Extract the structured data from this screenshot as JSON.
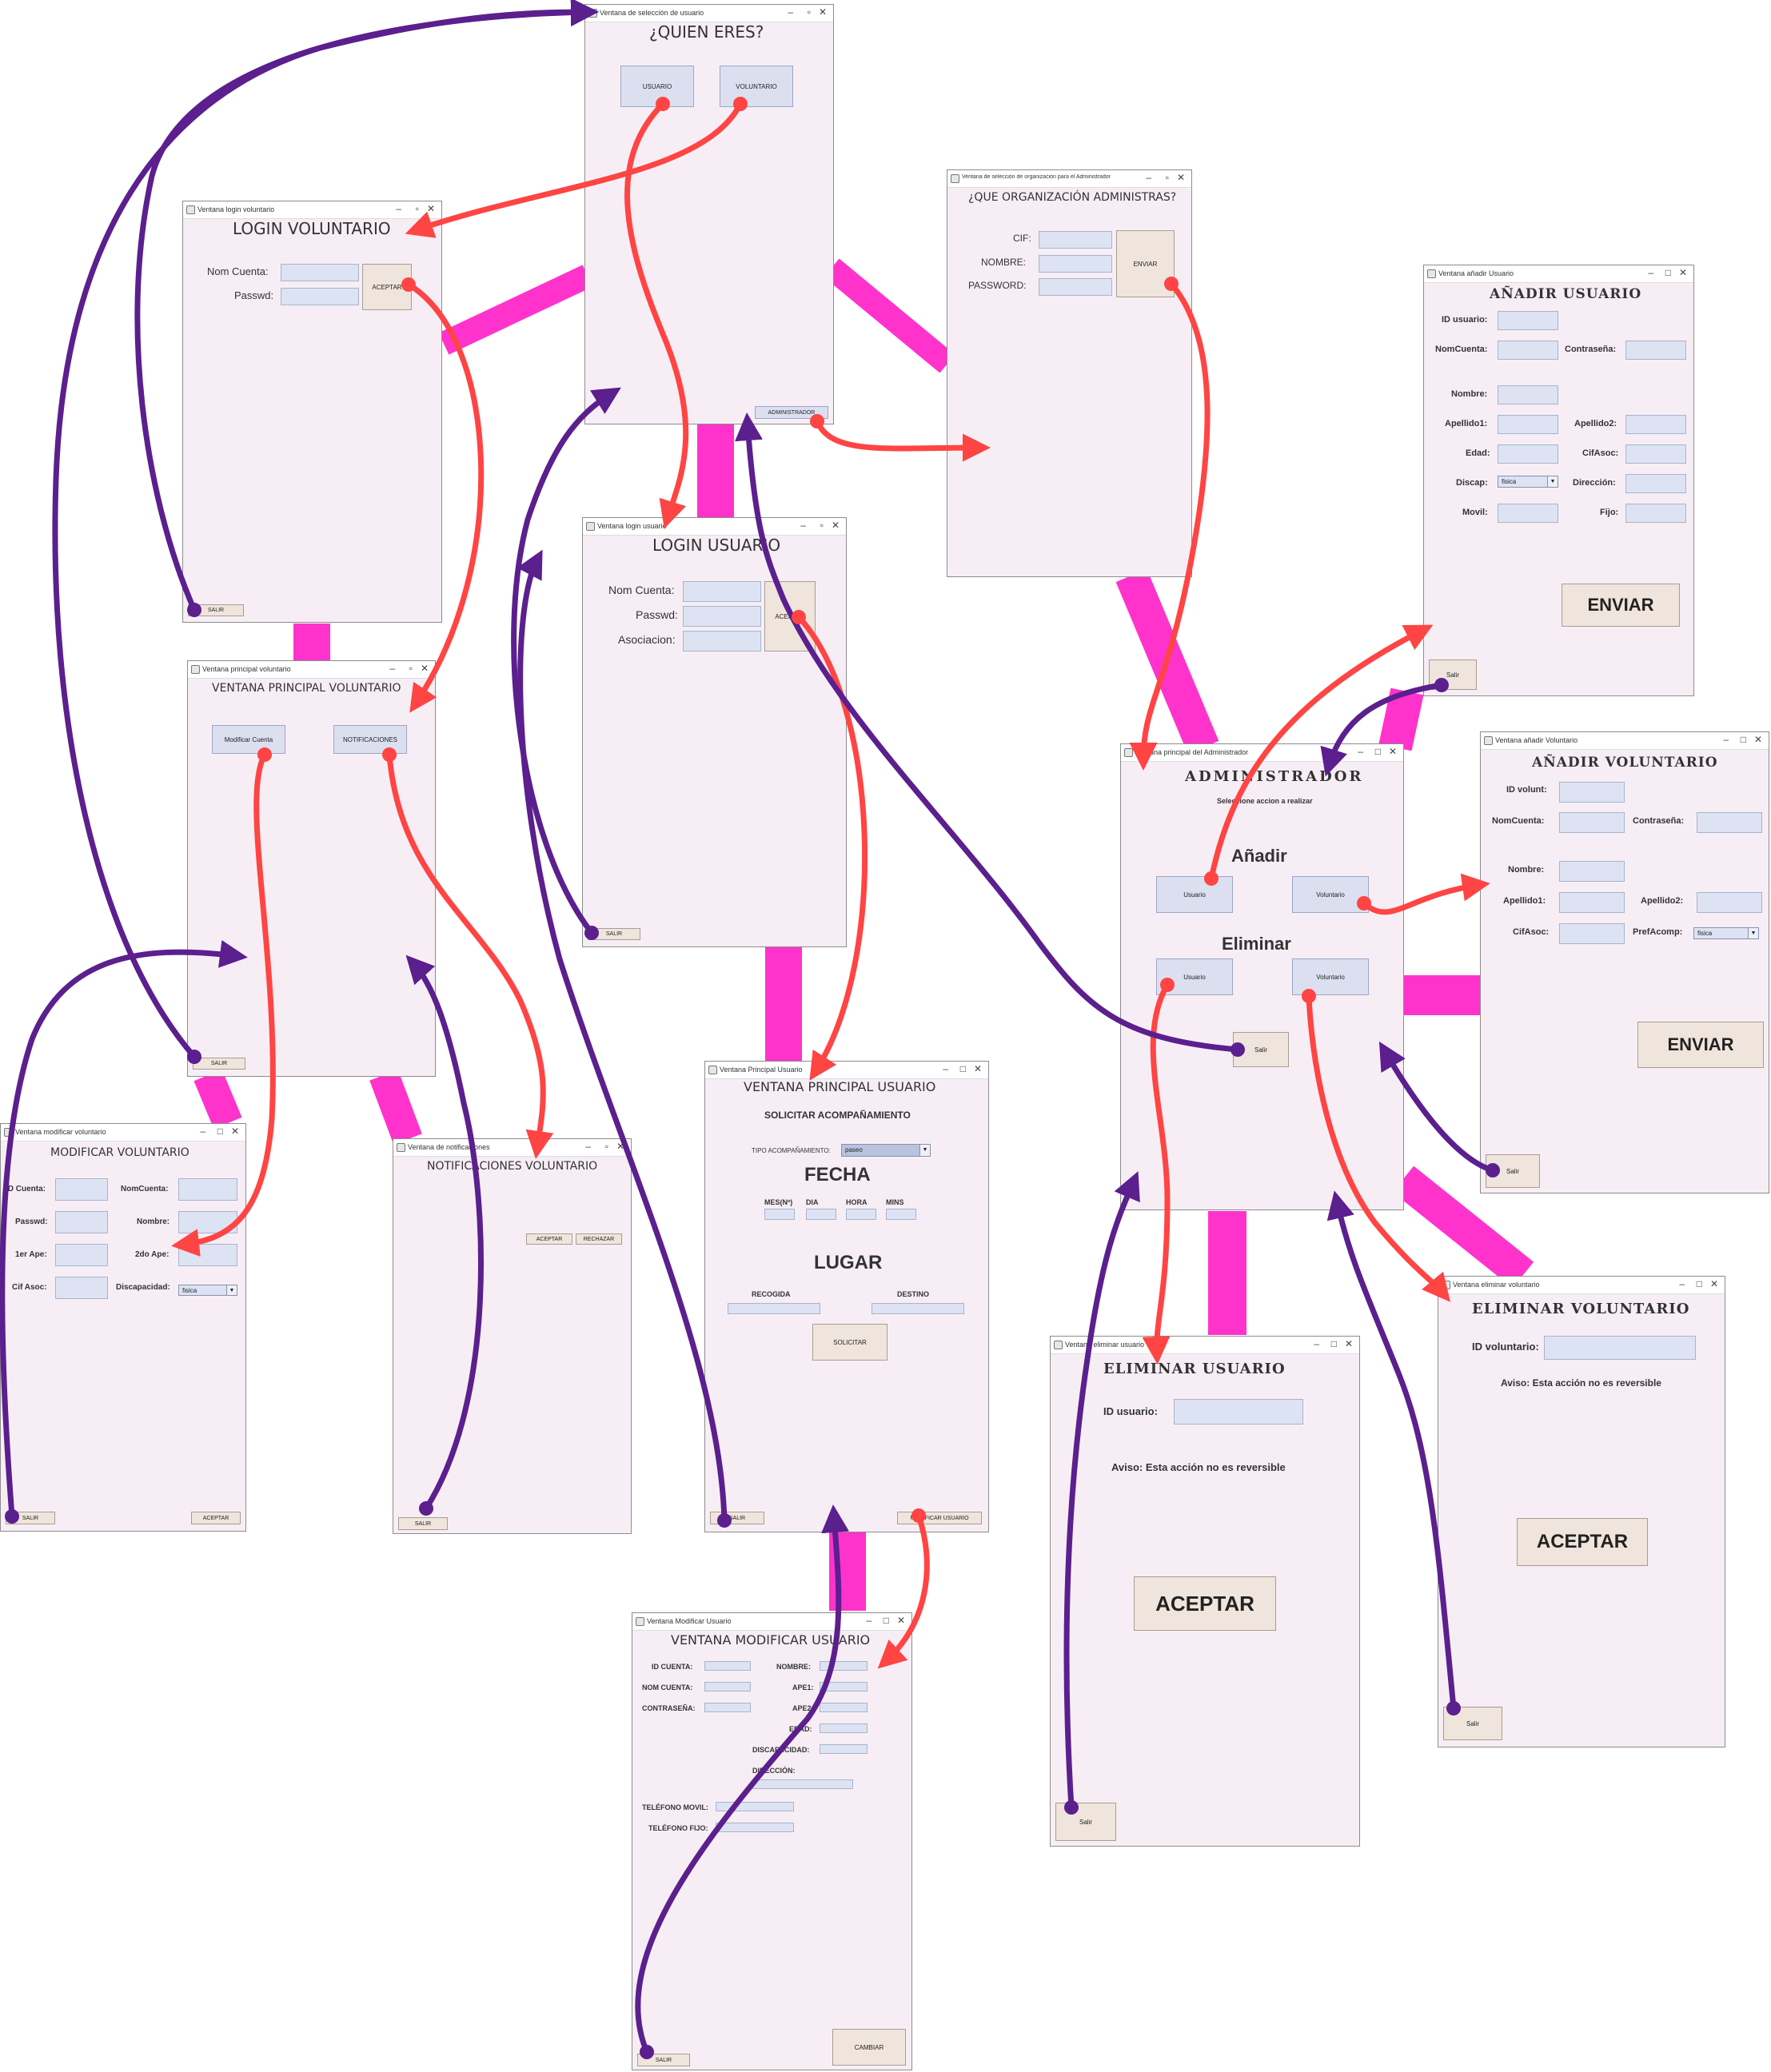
{
  "windows": {
    "quien": {
      "title": "Ventana de selección de usuario",
      "heading": "¿QUIEN ERES?",
      "usuario_btn": "USUARIO",
      "voluntario_btn": "VOLUNTARIO",
      "admin_btn": "ADMINISTRADOR"
    },
    "login_vol": {
      "title": "Ventana login voluntario",
      "heading": "LOGIN VOLUNTARIO",
      "nom_cuenta": "Nom Cuenta:",
      "passwd": "Passwd:",
      "aceptar_btn": "ACEPTAR",
      "salir_btn": "SALIR"
    },
    "admin_org": {
      "title": "Ventana de selección de organización para el Administrador",
      "heading": "¿QUE ORGANIZACIÓN ADMINISTRAS?",
      "cif": "CIF:",
      "nombre": "NOMBRE:",
      "password": "PASSWORD:",
      "enviar_btn": "ENVIAR"
    },
    "anadir_usuario": {
      "title": "Ventana añadir Usuario",
      "heading": "AÑADIR USUARIO",
      "id_usuario": "ID usuario:",
      "nomcuenta": "NomCuenta:",
      "contrasena": "Contraseña:",
      "nombre": "Nombre:",
      "apellido1": "Apellido1:",
      "apellido2": "Apellido2:",
      "edad": "Edad:",
      "cifasoc": "CifAsoc:",
      "discap": "Discap:",
      "discap_value": "fisica",
      "direccion": "Dirección:",
      "movil": "Movil:",
      "fijo": "Fijo:",
      "enviar_btn": "ENVIAR",
      "salir_btn": "Salir"
    },
    "login_usuario": {
      "title": "Ventana login usuario",
      "heading": "LOGIN USUARIO",
      "nom_cuenta": "Nom Cuenta:",
      "passwd": "Passwd:",
      "asociacion": "Asociacion:",
      "aceptar_btn": "ACEPTAR",
      "salir_btn": "SALIR"
    },
    "principal_vol": {
      "title": "Ventana principal voluntario",
      "heading": "VENTANA PRINCIPAL VOLUNTARIO",
      "modificar_btn": "Modificar Cuenta",
      "notificaciones_btn": "NOTIFICACIONES",
      "salir_btn": "SALIR"
    },
    "admin_principal": {
      "title": "Ventana principal del Administrador",
      "heading": "ADMINISTRADOR",
      "subtitle": "Seleccione accion a realizar",
      "anadir": "Añadir",
      "eliminar": "Eliminar",
      "usuario_btn": "Usuario",
      "voluntario_btn": "Voluntario",
      "salir_btn": "Salir"
    },
    "anadir_voluntario": {
      "title": "Ventana añadir Voluntario",
      "heading": "AÑADIR VOLUNTARIO",
      "id_volunt": "ID volunt:",
      "nomcuenta": "NomCuenta:",
      "contrasena": "Contraseña:",
      "nombre": "Nombre:",
      "apellido1": "Apellido1:",
      "apellido2": "Apellido2:",
      "cifasoc": "CifAsoc:",
      "prefacomp": "PrefAcomp:",
      "prefacomp_value": "fisica",
      "enviar_btn": "ENVIAR",
      "salir_btn": "Salir"
    },
    "principal_usuario": {
      "title": "Ventana Principal Usuario",
      "heading": "VENTANA PRINCIPAL USUARIO",
      "subheading": "SOLICITAR ACOMPAÑAMIENTO",
      "tipo_label": "TIPO ACOMPAÑAMIENTO:",
      "tipo_value": "paseo",
      "fecha": "FECHA",
      "mes": "MES(Nº)",
      "dia": "DIA",
      "hora": "HORA",
      "mins": "MINS",
      "lugar": "LUGAR",
      "recogida": "RECOGIDA",
      "destino": "DESTINO",
      "solicitar_btn": "SOLICITAR",
      "salir_btn": "SALIR",
      "modificar_btn": "MODIFICAR USUARIO"
    },
    "modificar_vol": {
      "title": "Ventana modificar voluntario",
      "heading": "MODIFICAR VOLUNTARIO",
      "id_cuenta": "ID Cuenta:",
      "nomcuenta": "NomCuenta:",
      "passwd": "Passwd:",
      "nombre": "Nombre:",
      "ape1": "1er Ape:",
      "ape2": "2do Ape:",
      "cifasoc": "Cif Asoc:",
      "discapacidad": "Discapacidad:",
      "discapacidad_value": "fisica",
      "salir_btn": "SALIR",
      "aceptar_btn": "ACEPTAR"
    },
    "notificaciones": {
      "title": "Ventana de notificaciones",
      "heading": "NOTIFICACIONES VOLUNTARIO",
      "aceptar_btn": "ACEPTAR",
      "rechazar_btn": "RECHAZAR",
      "salir_btn": "SALIR"
    },
    "eliminar_usuario": {
      "title": "Ventana eliminar usuario",
      "heading": "ELIMINAR USUARIO",
      "id_usuario": "ID usuario:",
      "aviso": "Aviso: Esta acción no es reversible",
      "aceptar_btn": "ACEPTAR",
      "salir_btn": "Salir"
    },
    "eliminar_voluntario": {
      "title": "Ventana eliminar voluntario",
      "heading": "ELIMINAR VOLUNTARIO",
      "id_voluntario": "ID voluntario:",
      "aviso": "Aviso: Esta acción no es reversible",
      "aceptar_btn": "ACEPTAR",
      "salir_btn": "Salir"
    },
    "modificar_usuario": {
      "title": "Ventana Modificar Usuario",
      "heading": "VENTANA MODIFICAR USUARIO",
      "id_cuenta": "ID CUENTA:",
      "nom_cuenta": "NOM CUENTA:",
      "contrasena": "CONTRASEÑA:",
      "nombre": "NOMBRE:",
      "ape1": "APE1:",
      "ape2": "APE2:",
      "edad": "EDAD:",
      "discapacidad": "DISCAPACIDAD:",
      "direccion": "DIRECCIÓN:",
      "telefono_movil": "TELÉFONO MOVIL:",
      "telefono_fijo": "TELÉFONO FIJO:",
      "salir_btn": "SALIR",
      "cambiar_btn": "CAMBIAR"
    }
  },
  "colors": {
    "connector": "#ff33cc",
    "navigate": "#ff4444",
    "back": "#5b1f8e",
    "window_bg": "#f7eef5"
  }
}
